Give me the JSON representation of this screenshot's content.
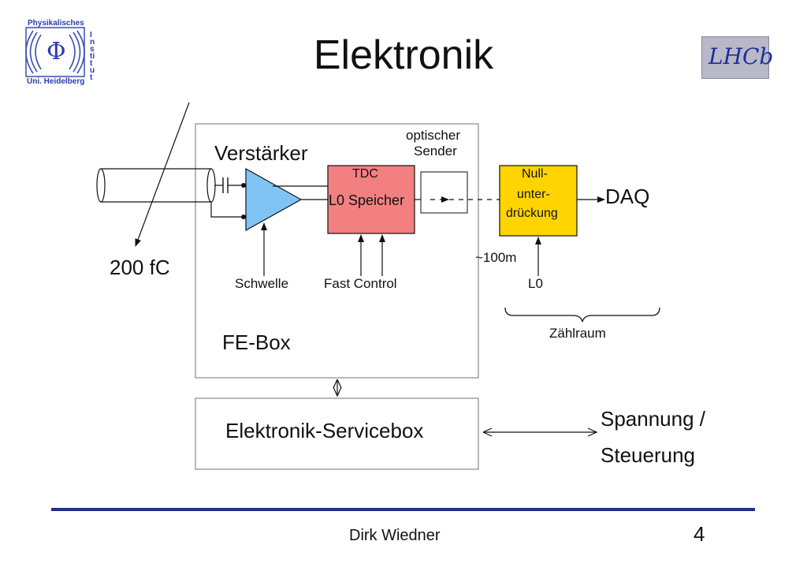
{
  "slide": {
    "title": "Elektronik",
    "author": "Dirk Wiedner",
    "page_number": "4"
  },
  "logos": {
    "left": {
      "line1": "Physikalisches",
      "line2": "Uni. Heidelberg",
      "side": "Institut",
      "symbol": "Φ"
    },
    "right": {
      "text": "LHCb"
    }
  },
  "diagram": {
    "charge_label": "200 fC",
    "amplifier_label": "Verstärker",
    "tdc_block": {
      "line1": "TDC",
      "line2": "L0 Speicher",
      "color": "#f28080"
    },
    "optical_sender": {
      "line1": "optischer",
      "line2": "Sender"
    },
    "zero_suppression": {
      "line1": "Null-",
      "line2": "unter-",
      "line3": "drückung",
      "color": "#ffd400"
    },
    "daq_label": "DAQ",
    "threshold_label": "Schwelle",
    "fast_control_label": "Fast Control",
    "distance_label": "~100m",
    "l0_label": "L0",
    "counting_room_label": "Zählraum",
    "fe_box_label": "FE-Box",
    "service_box_label": "Elektronik-Servicebox",
    "supply_line1": "Spannung /",
    "supply_line2": "Steuerung",
    "amplifier_color": "#7fc4f5"
  }
}
